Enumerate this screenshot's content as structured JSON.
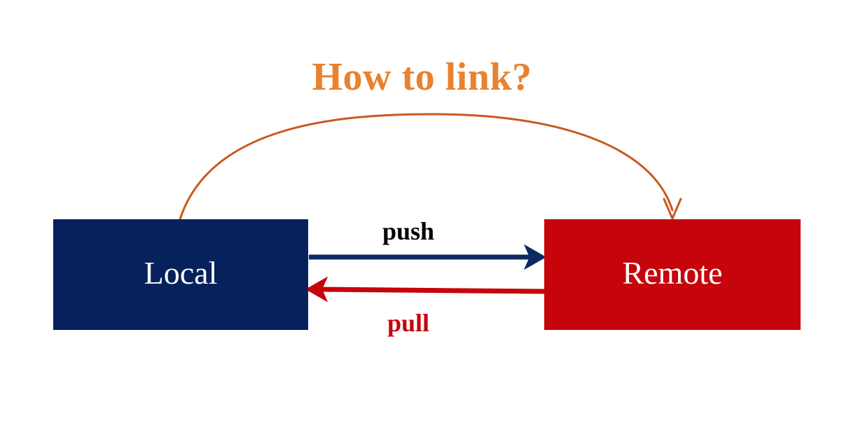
{
  "diagram": {
    "title": "How to link?",
    "title_color": "#E8822E",
    "background": "#FFFFFF",
    "nodes": [
      {
        "id": "local",
        "label": "Local",
        "fill": "#06215C",
        "text_color": "#FFFFFF"
      },
      {
        "id": "remote",
        "label": "Remote",
        "fill": "#C5040B",
        "text_color": "#FFFFFF"
      }
    ],
    "edges": [
      {
        "id": "push",
        "label": "push",
        "from": "local",
        "to": "remote",
        "color": "#0B2A63",
        "label_color": "#000000",
        "direction": "left-to-right",
        "style": "straight"
      },
      {
        "id": "pull",
        "label": "pull",
        "from": "remote",
        "to": "local",
        "color": "#C5040B",
        "label_color": "#C5040B",
        "direction": "right-to-left",
        "style": "straight"
      },
      {
        "id": "link",
        "label": "",
        "from": "local",
        "to": "remote",
        "color": "#C85A1E",
        "label_color": "#C85A1E",
        "direction": "left-to-right",
        "style": "curved-arc"
      }
    ]
  }
}
